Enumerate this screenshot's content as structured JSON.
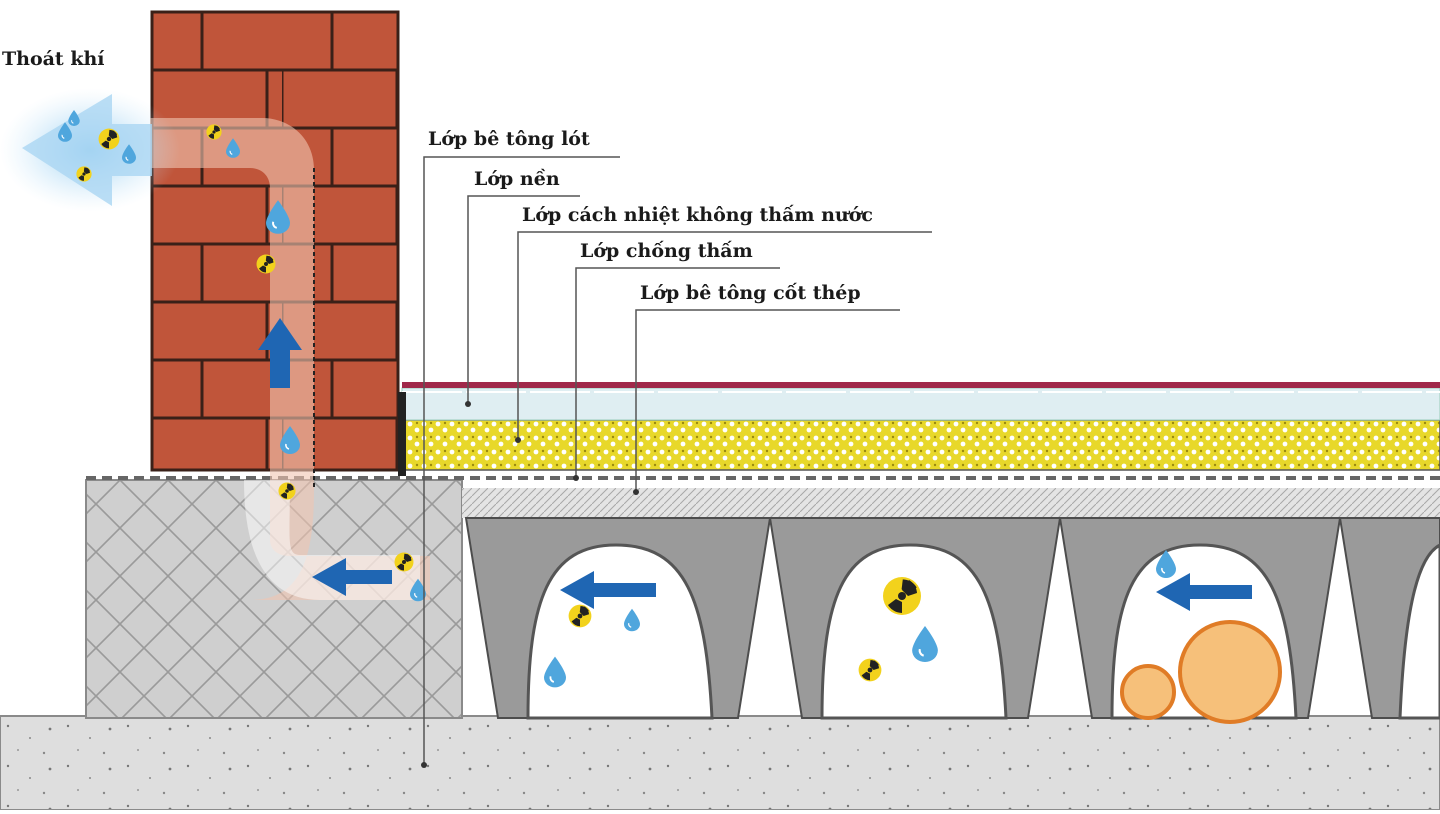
{
  "labels": {
    "vent": "Thoát khí",
    "lean_concrete": "Lớp bê tông lót",
    "subbase": "Lớp nền",
    "insulation": "Lớp cách nhiệt không thấm nước",
    "waterproof": "Lớp chống thấm",
    "reinforced_concrete": "Lớp bê tông cốt thép"
  },
  "colors": {
    "brick": "#c0553a",
    "mortar": "#3a2018",
    "insulation": "#e8d82a",
    "screed": "#dfeef2",
    "floor_finish": "#a0284a",
    "vault": "#9a9a9a",
    "arrow": "#1f66b3",
    "droplet": "#4fa6dd",
    "pebble": "#f6c07a",
    "pebble_edge": "#e07c26",
    "ground": "#dedede"
  },
  "icons": [
    "radiation-icon",
    "water-droplet-icon",
    "arrow-icon"
  ]
}
